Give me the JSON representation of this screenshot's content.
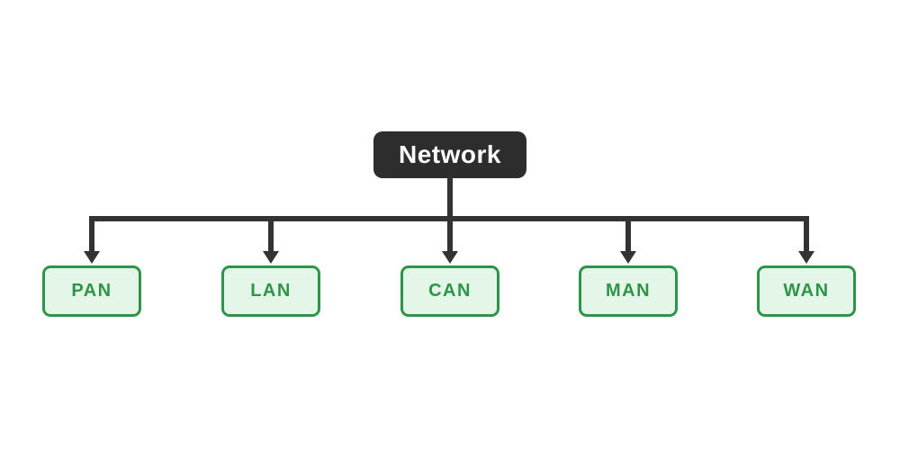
{
  "diagram": {
    "root": {
      "label": "Network"
    },
    "children": [
      {
        "label": "PAN"
      },
      {
        "label": "LAN"
      },
      {
        "label": "CAN"
      },
      {
        "label": "MAN"
      },
      {
        "label": "WAN"
      }
    ],
    "colors": {
      "background": "#ffffff",
      "root_bg": "#2d2d2d",
      "root_text": "#ffffff",
      "connector": "#333333",
      "child_bg": "#e4f6e8",
      "child_border": "#2e9548",
      "child_text": "#2e9548"
    }
  }
}
